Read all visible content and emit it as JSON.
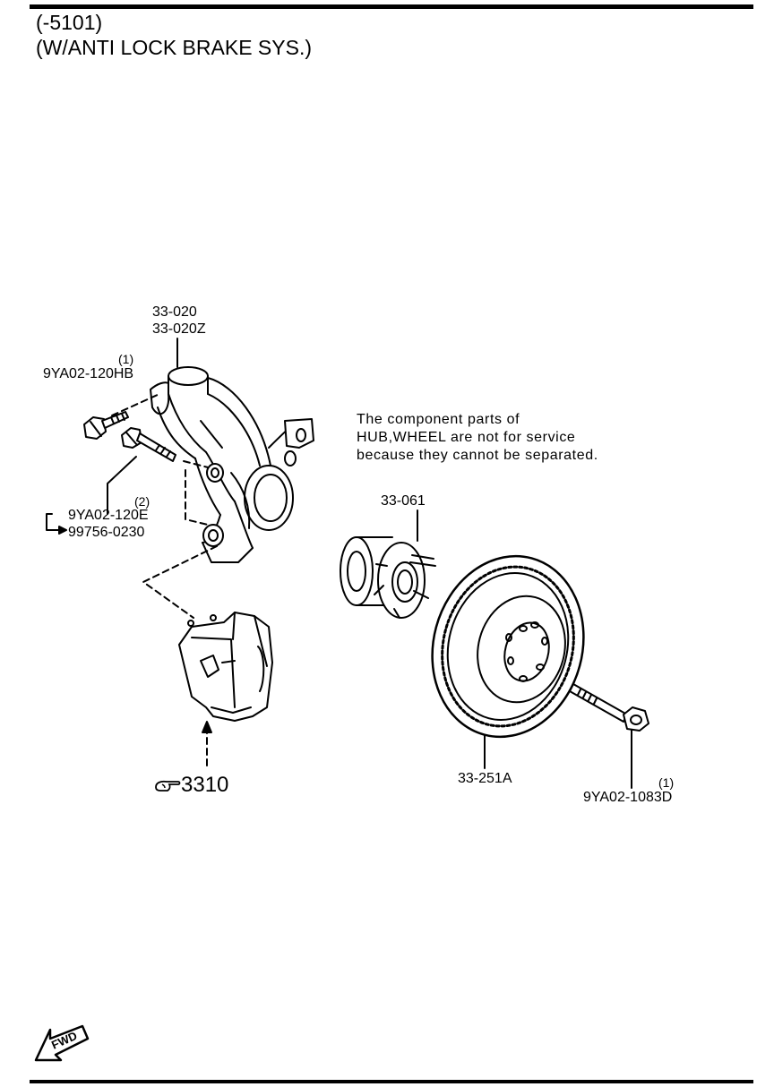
{
  "header": {
    "line1": "(-5101)",
    "line2": "(W/ANTI LOCK BRAKE SYS.)"
  },
  "parts": {
    "knuckle": {
      "num1": "33-020",
      "num2": "33-020Z"
    },
    "bolt_upper": {
      "qty": "(1)",
      "num": "9YA02-120HB"
    },
    "bolt_lower": {
      "qty": "(2)",
      "num": "9YA02-120E",
      "alt": "99756-0230"
    },
    "hub": {
      "num": "33-061"
    },
    "disc": {
      "num": "33-251A"
    },
    "hub_bolt": {
      "qty": "(1)",
      "num": "9YA02-1083D"
    },
    "caliper_ref": {
      "num": "3310",
      "icon": "pointing-hand-icon"
    }
  },
  "note": {
    "line1": "The component parts of",
    "line2": "HUB,WHEEL are not for service",
    "line3": "because they cannot be separated."
  },
  "fwd": {
    "label": "FWD",
    "icon": "forward-arrow-icon"
  }
}
